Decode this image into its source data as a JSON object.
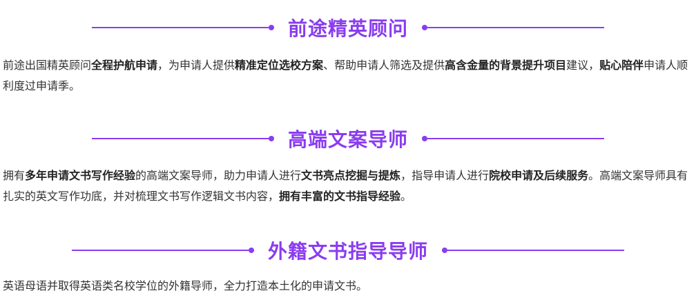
{
  "colors": {
    "accent": "#8a3cf0",
    "text": "#333333"
  },
  "sections": [
    {
      "title": "前途精英顾问",
      "body": [
        {
          "t": "前途出国精英顾问",
          "b": false
        },
        {
          "t": "全程护航申请",
          "b": true
        },
        {
          "t": "，为申请人提供",
          "b": false
        },
        {
          "t": "精准定位选校方案",
          "b": true
        },
        {
          "t": "、帮助申请人筛选及提供",
          "b": false
        },
        {
          "t": "高含金量的背景提升项目",
          "b": true
        },
        {
          "t": "建议，",
          "b": false
        },
        {
          "t": "贴心陪伴",
          "b": true
        },
        {
          "t": "申请人顺利度过申请季。",
          "b": false
        }
      ]
    },
    {
      "title": "高端文案导师",
      "body": [
        {
          "t": "拥有",
          "b": false
        },
        {
          "t": "多年申请文书写作经验",
          "b": true
        },
        {
          "t": "的高端文案导师，助力申请人进行",
          "b": false
        },
        {
          "t": "文书亮点挖掘与提炼",
          "b": true
        },
        {
          "t": "，指导申请人进行",
          "b": false
        },
        {
          "t": "院校申请及后续服务",
          "b": true
        },
        {
          "t": "。高端文案导师具有扎实的英文写作功底，并对梳理文书写作逻辑文书内容，",
          "b": false
        },
        {
          "t": "拥有丰富的文书指导经验",
          "b": true
        },
        {
          "t": "。",
          "b": false
        }
      ]
    },
    {
      "title": "外籍文书指导导师",
      "body": [
        {
          "t": "英语母语并取得英语类名校学位的外籍导师，全力打造本土化的申请文书。",
          "b": false
        }
      ]
    }
  ]
}
